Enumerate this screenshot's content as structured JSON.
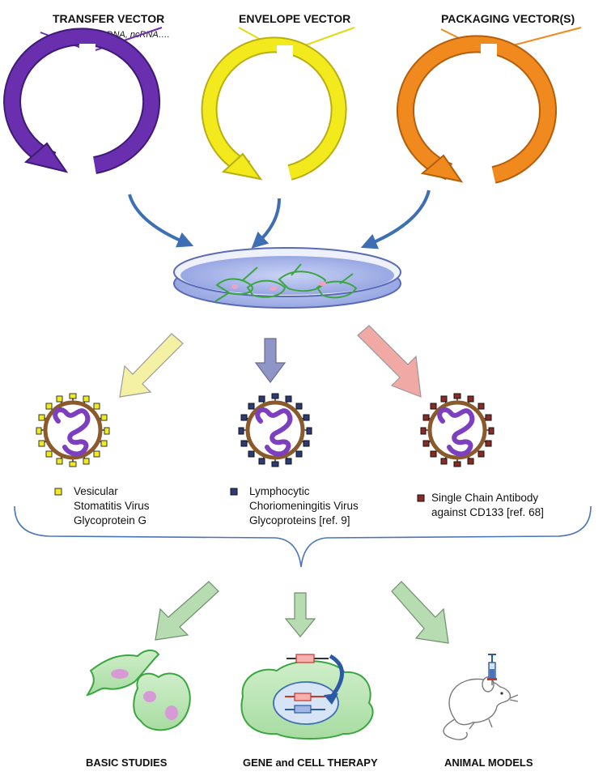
{
  "vectors": [
    {
      "title": "TRANSFER VECTOR",
      "note": "cDNA, ncRNA….",
      "color": "#6a2fae",
      "edge": "#3f1a77"
    },
    {
      "title": "ENVELOPE VECTOR",
      "note": "",
      "color": "#f2ea1d",
      "edge": "#b9ae10"
    },
    {
      "title": "PACKAGING VECTOR(S)",
      "note": "",
      "color": "#f08a1e",
      "edge": "#b45e0c"
    }
  ],
  "envelopes": [
    {
      "lines": [
        "Vesicular",
        "Stomatitis Virus",
        "Glycoprotein G"
      ],
      "color": "#f2ea1d"
    },
    {
      "lines": [
        "Lymphocytic",
        "Choriomeningitis Virus",
        "Glycoproteins [ref. 9]"
      ],
      "color": "#2c3a78"
    },
    {
      "lines": [
        "Single Chain Antibody",
        "against CD133 [ref. 68]"
      ],
      "color": "#8b2a22"
    }
  ],
  "applications": [
    "BASIC STUDIES",
    "GENE and CELL THERAPY",
    "ANIMAL MODELS"
  ]
}
